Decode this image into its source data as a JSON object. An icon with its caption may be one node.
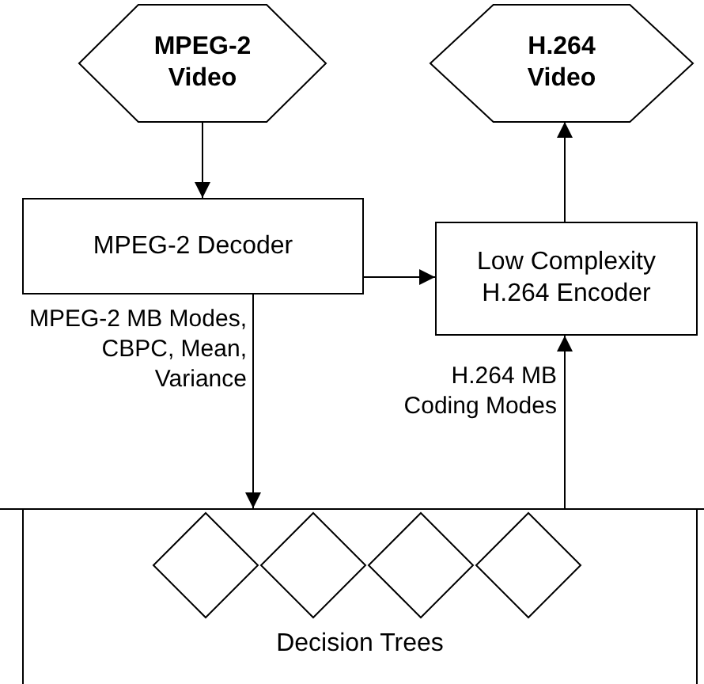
{
  "diagram": {
    "nodes": [
      {
        "text": [
          "MPEG-2 Video"
        ]
      },
      {
        "text": [
          "H.264 Video"
        ]
      },
      {
        "text": [
          "MPEG-2 Decoder"
        ]
      },
      {
        "text": [
          "Low Complexity H.264 Encoder"
        ]
      },
      {
        "text": [
          "Decision Trees"
        ]
      },
      {
        "text": [],
        "shape": "diamond",
        "in": 4
      },
      {
        "text": [],
        "shape": "diamond",
        "in": 4
      },
      {
        "text": [],
        "shape": "diamond",
        "in": 4
      },
      {
        "text": [],
        "shape": "diamond",
        "in": 4
      }
    ],
    "edges": [
      {
        "from": 0,
        "to": 2,
        "arrow": "to"
      },
      {
        "from": 2,
        "to": 3,
        "arrow": "to"
      },
      {
        "from": 3,
        "to": 1,
        "arrow": "to"
      },
      {
        "from": 2,
        "to": 4,
        "arrow": "to",
        "label": "MPEG-2 MB Modes, CBPC, Mean, Variance"
      },
      {
        "from": 4,
        "to": 3,
        "arrow": "to",
        "label": "H.264 MB Coding Modes"
      }
    ]
  }
}
